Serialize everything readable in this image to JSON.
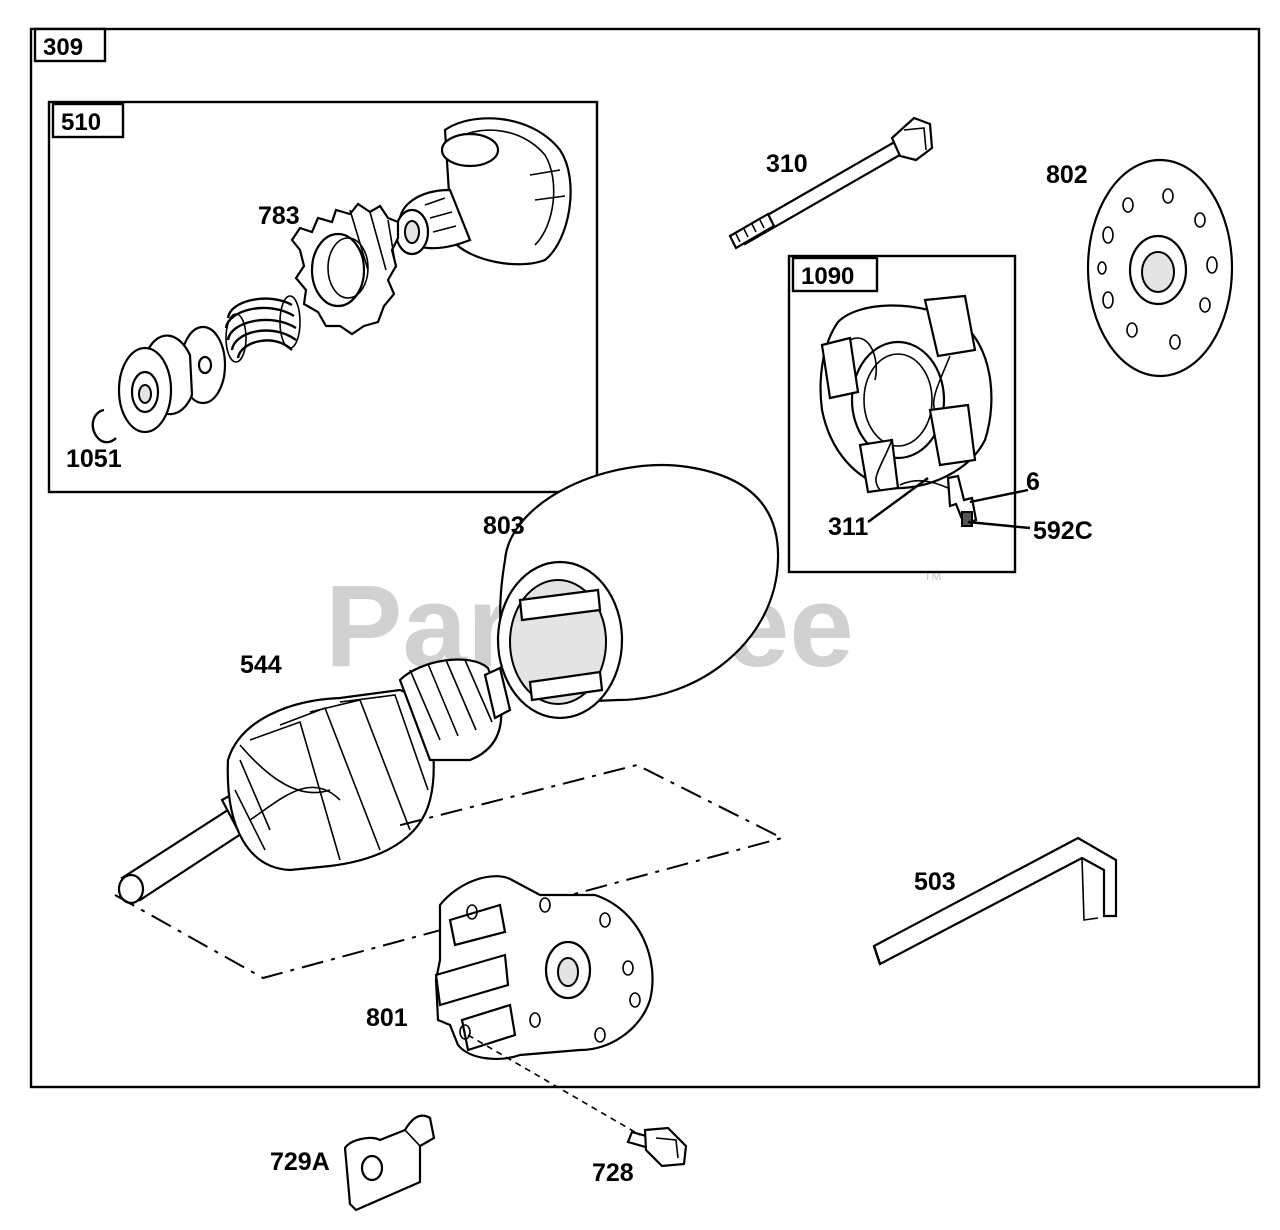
{
  "watermark": {
    "text": "PartsTree",
    "trademark": "TM"
  },
  "assemblies": {
    "starter": "309",
    "drive": "510",
    "brush_holder": "1090"
  },
  "parts": {
    "bolt": "310",
    "end_cap": "802",
    "pinion_gear": "783",
    "retaining_ring": "1051",
    "brush_wire": "311",
    "terminal": "6",
    "terminal_nut": "592C",
    "housing": "803",
    "armature": "544",
    "bracket": "503",
    "drive_end_cap": "801",
    "screw": "728",
    "lock_plate": "729A"
  }
}
